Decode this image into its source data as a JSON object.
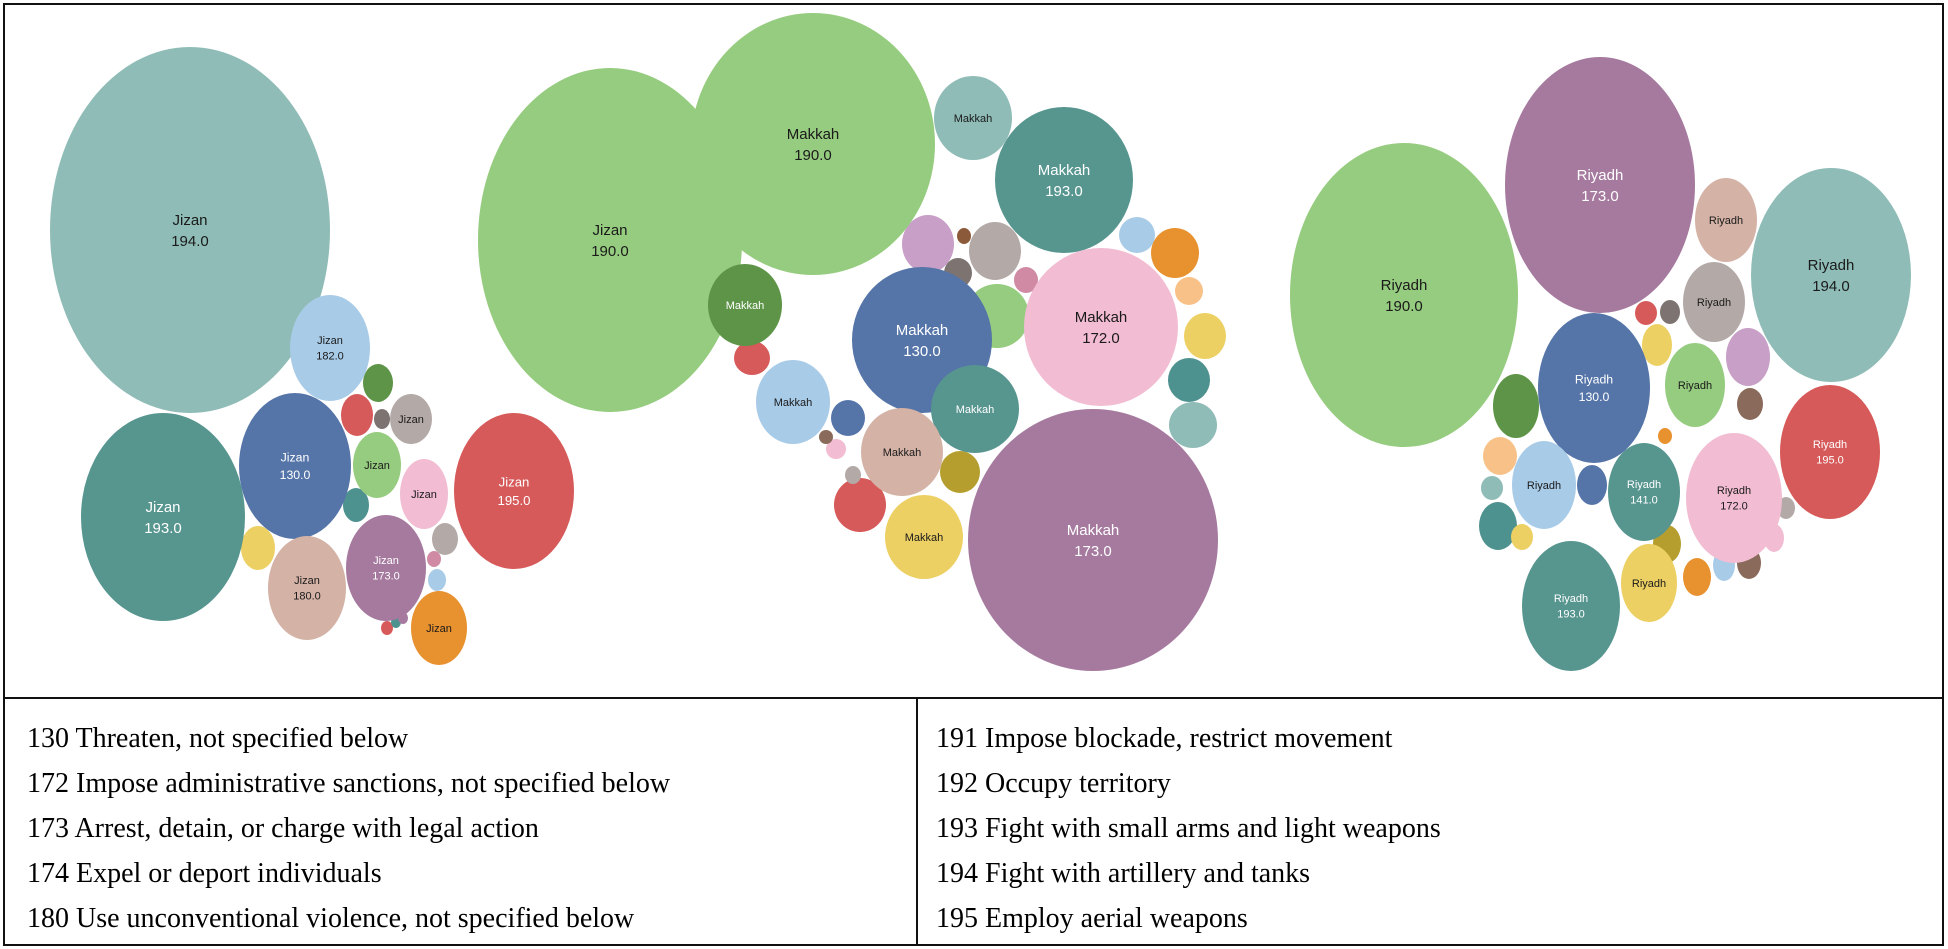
{
  "chart_data": [
    {
      "type": "bubble",
      "region": "Jizan",
      "labeled_bubbles": [
        {
          "name": "Jizan",
          "code": "194.0",
          "color": "#8fbcb7"
        },
        {
          "name": "Jizan",
          "code": "190.0",
          "color": "#96cc7f"
        },
        {
          "name": "Jizan",
          "code": "193.0",
          "color": "#57958f"
        },
        {
          "name": "Jizan",
          "code": "195.0",
          "color": "#d65a59"
        },
        {
          "name": "Jizan",
          "code": "182.0",
          "color": "#a8cbe8"
        },
        {
          "name": "Jizan",
          "code": "130.0",
          "color": "#5574a8"
        },
        {
          "name": "Jizan",
          "code": "180.0",
          "color": "#d4b2a6"
        },
        {
          "name": "Jizan",
          "code": "173.0",
          "color": "#a67a9f"
        },
        {
          "name": "Jizan",
          "code": "",
          "color": "#b3aaa7"
        },
        {
          "name": "Jizan",
          "code": "",
          "color": "#96cc7f"
        },
        {
          "name": "Jizan",
          "code": "",
          "color": "#f2bcd2"
        },
        {
          "name": "Jizan",
          "code": "",
          "color": "#e8912f"
        }
      ],
      "small_bubbles": [
        {
          "color": "#5d9448"
        },
        {
          "color": "#d65a59"
        },
        {
          "color": "#7d7472"
        },
        {
          "color": "#4e9290"
        },
        {
          "color": "#edd063"
        },
        {
          "color": "#b3aaa7"
        },
        {
          "color": "#a8cbe8"
        },
        {
          "color": "#d08aa3"
        },
        {
          "color": "#d65a59"
        },
        {
          "color": "#4e9290"
        },
        {
          "color": "#a67a9f"
        }
      ]
    },
    {
      "type": "bubble",
      "region": "Makkah",
      "labeled_bubbles": [
        {
          "name": "Makkah",
          "code": "190.0",
          "color": "#96cc7f"
        },
        {
          "name": "Makkah",
          "code": "",
          "color": "#8fbcb7"
        },
        {
          "name": "Makkah",
          "code": "193.0",
          "color": "#57958f"
        },
        {
          "name": "Makkah",
          "code": "",
          "color": "#5d9448"
        },
        {
          "name": "Makkah",
          "code": "130.0",
          "color": "#5574a8"
        },
        {
          "name": "Makkah",
          "code": "172.0",
          "color": "#f2bcd2"
        },
        {
          "name": "Makkah",
          "code": "",
          "color": "#a8cbe8"
        },
        {
          "name": "Makkah",
          "code": "",
          "color": "#57958f"
        },
        {
          "name": "Makkah",
          "code": "",
          "color": "#d4b2a6"
        },
        {
          "name": "Makkah",
          "code": "",
          "color": "#edd063"
        },
        {
          "name": "Makkah",
          "code": "173.0",
          "color": "#a67a9f"
        }
      ],
      "small_bubbles": [
        {
          "color": "#c89fc6"
        },
        {
          "color": "#8a5a3a"
        },
        {
          "color": "#b3aaa7"
        },
        {
          "color": "#7d7472"
        },
        {
          "color": "#d08aa3"
        },
        {
          "color": "#96cc7f"
        },
        {
          "color": "#a8cbe8"
        },
        {
          "color": "#e8912f"
        },
        {
          "color": "#f7c188"
        },
        {
          "color": "#edd063"
        },
        {
          "color": "#4e9290"
        },
        {
          "color": "#8fbcb7"
        },
        {
          "color": "#d65a59"
        },
        {
          "color": "#5574a8"
        },
        {
          "color": "#b59e2e"
        },
        {
          "color": "#d65a59"
        },
        {
          "color": "#e8912f"
        },
        {
          "color": "#f2bcd2"
        },
        {
          "color": "#b3aaa7"
        },
        {
          "color": "#8a6a5a"
        }
      ]
    },
    {
      "type": "bubble",
      "region": "Riyadh",
      "labeled_bubbles": [
        {
          "name": "Riyadh",
          "code": "190.0",
          "color": "#96cc7f"
        },
        {
          "name": "Riyadh",
          "code": "173.0",
          "color": "#a67a9f"
        },
        {
          "name": "Riyadh",
          "code": "194.0",
          "color": "#8fbcb7"
        },
        {
          "name": "Riyadh",
          "code": "",
          "color": "#d4b2a6"
        },
        {
          "name": "Riyadh",
          "code": "",
          "color": "#b3aaa7"
        },
        {
          "name": "Riyadh",
          "code": "130.0",
          "color": "#5574a8"
        },
        {
          "name": "Riyadh",
          "code": "",
          "color": "#96cc7f"
        },
        {
          "name": "Riyadh",
          "code": "195.0",
          "color": "#d65a59"
        },
        {
          "name": "Riyadh",
          "code": "",
          "color": "#a8cbe8"
        },
        {
          "name": "Riyadh",
          "code": "141.0",
          "color": "#57958f"
        },
        {
          "name": "Riyadh",
          "code": "172.0",
          "color": "#f2bcd2"
        },
        {
          "name": "Riyadh",
          "code": "193.0",
          "color": "#57958f"
        },
        {
          "name": "Riyadh",
          "code": "",
          "color": "#edd063"
        }
      ],
      "small_bubbles": [
        {
          "color": "#5d9448"
        },
        {
          "color": "#d65a59"
        },
        {
          "color": "#7d7472"
        },
        {
          "color": "#edd063"
        },
        {
          "color": "#c89fc6"
        },
        {
          "color": "#8a6a5a"
        },
        {
          "color": "#f7c188"
        },
        {
          "color": "#8fbcb7"
        },
        {
          "color": "#4e9290"
        },
        {
          "color": "#edd063"
        },
        {
          "color": "#5574a8"
        },
        {
          "color": "#b59e2e"
        },
        {
          "color": "#e8912f"
        },
        {
          "color": "#a8cbe8"
        },
        {
          "color": "#8a6a5a"
        },
        {
          "color": "#f2bcd2"
        },
        {
          "color": "#b3aaa7"
        },
        {
          "color": "#e8912f"
        }
      ]
    }
  ],
  "legend": {
    "left": [
      "130 Threaten, not specified below",
      "172 Impose administrative sanctions, not specified below",
      "173 Arrest, detain, or charge with legal action",
      "174 Expel or deport individuals",
      "180 Use unconventional violence, not specified below"
    ],
    "right": [
      "191 Impose blockade, restrict movement",
      "192 Occupy territory",
      "193 Fight with small arms and light weapons",
      "194 Fight with artillery and tanks",
      "195 Employ aerial weapons"
    ]
  }
}
